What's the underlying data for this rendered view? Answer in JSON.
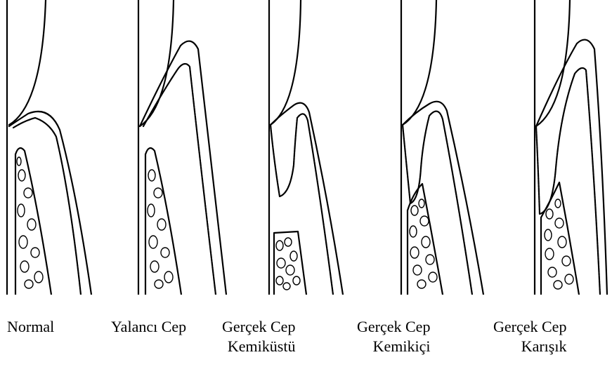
{
  "panels": [
    {
      "label": "Normal",
      "sublabel": ""
    },
    {
      "label": "Yalancı Cep",
      "sublabel": ""
    },
    {
      "label": "Gerçek Cep",
      "sublabel": "Kemiküstü"
    },
    {
      "label": "Gerçek Cep",
      "sublabel": "Kemikiçi"
    },
    {
      "label": "Gerçek Cep",
      "sublabel": "Karışık"
    }
  ],
  "colors": {
    "line": "#000000",
    "background": "#ffffff"
  }
}
